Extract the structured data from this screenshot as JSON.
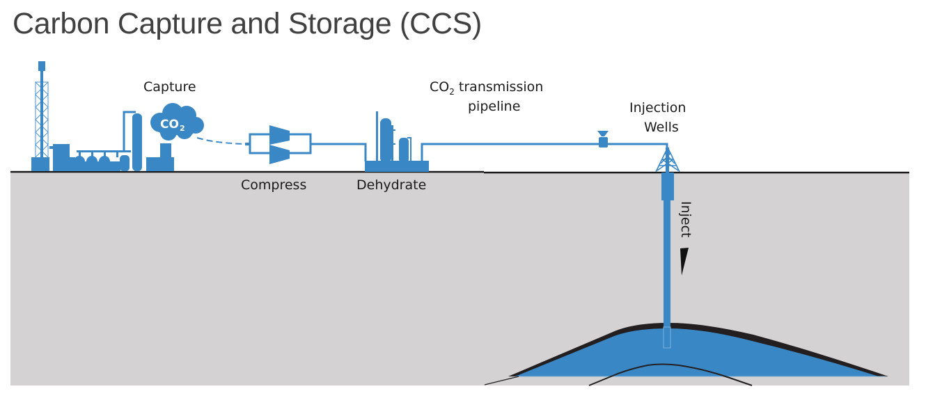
{
  "title": "Carbon Capture and Storage (CCS)",
  "colors": {
    "equipment_blue": "#3a87c6",
    "ground_gray": "#d4d2d3",
    "cap_rock": "#231f20",
    "text": "#1a1a1a",
    "title_text": "#404040"
  },
  "labels": {
    "capture": "Capture",
    "co2_cloud_main": "CO",
    "co2_cloud_sub": "2",
    "compress": "Compress",
    "dehydrate": "Dehydrate",
    "pipeline_line1_main": "CO",
    "pipeline_line1_sub": "2",
    "pipeline_line1_rest": " transmission",
    "pipeline_line2": "pipeline",
    "injection_line1": "Injection",
    "injection_line2": "Wells",
    "inject": "Inject"
  },
  "stages": [
    "Capture",
    "Compress",
    "Dehydrate",
    "CO2 transmission pipeline",
    "Injection Wells",
    "Inject"
  ]
}
